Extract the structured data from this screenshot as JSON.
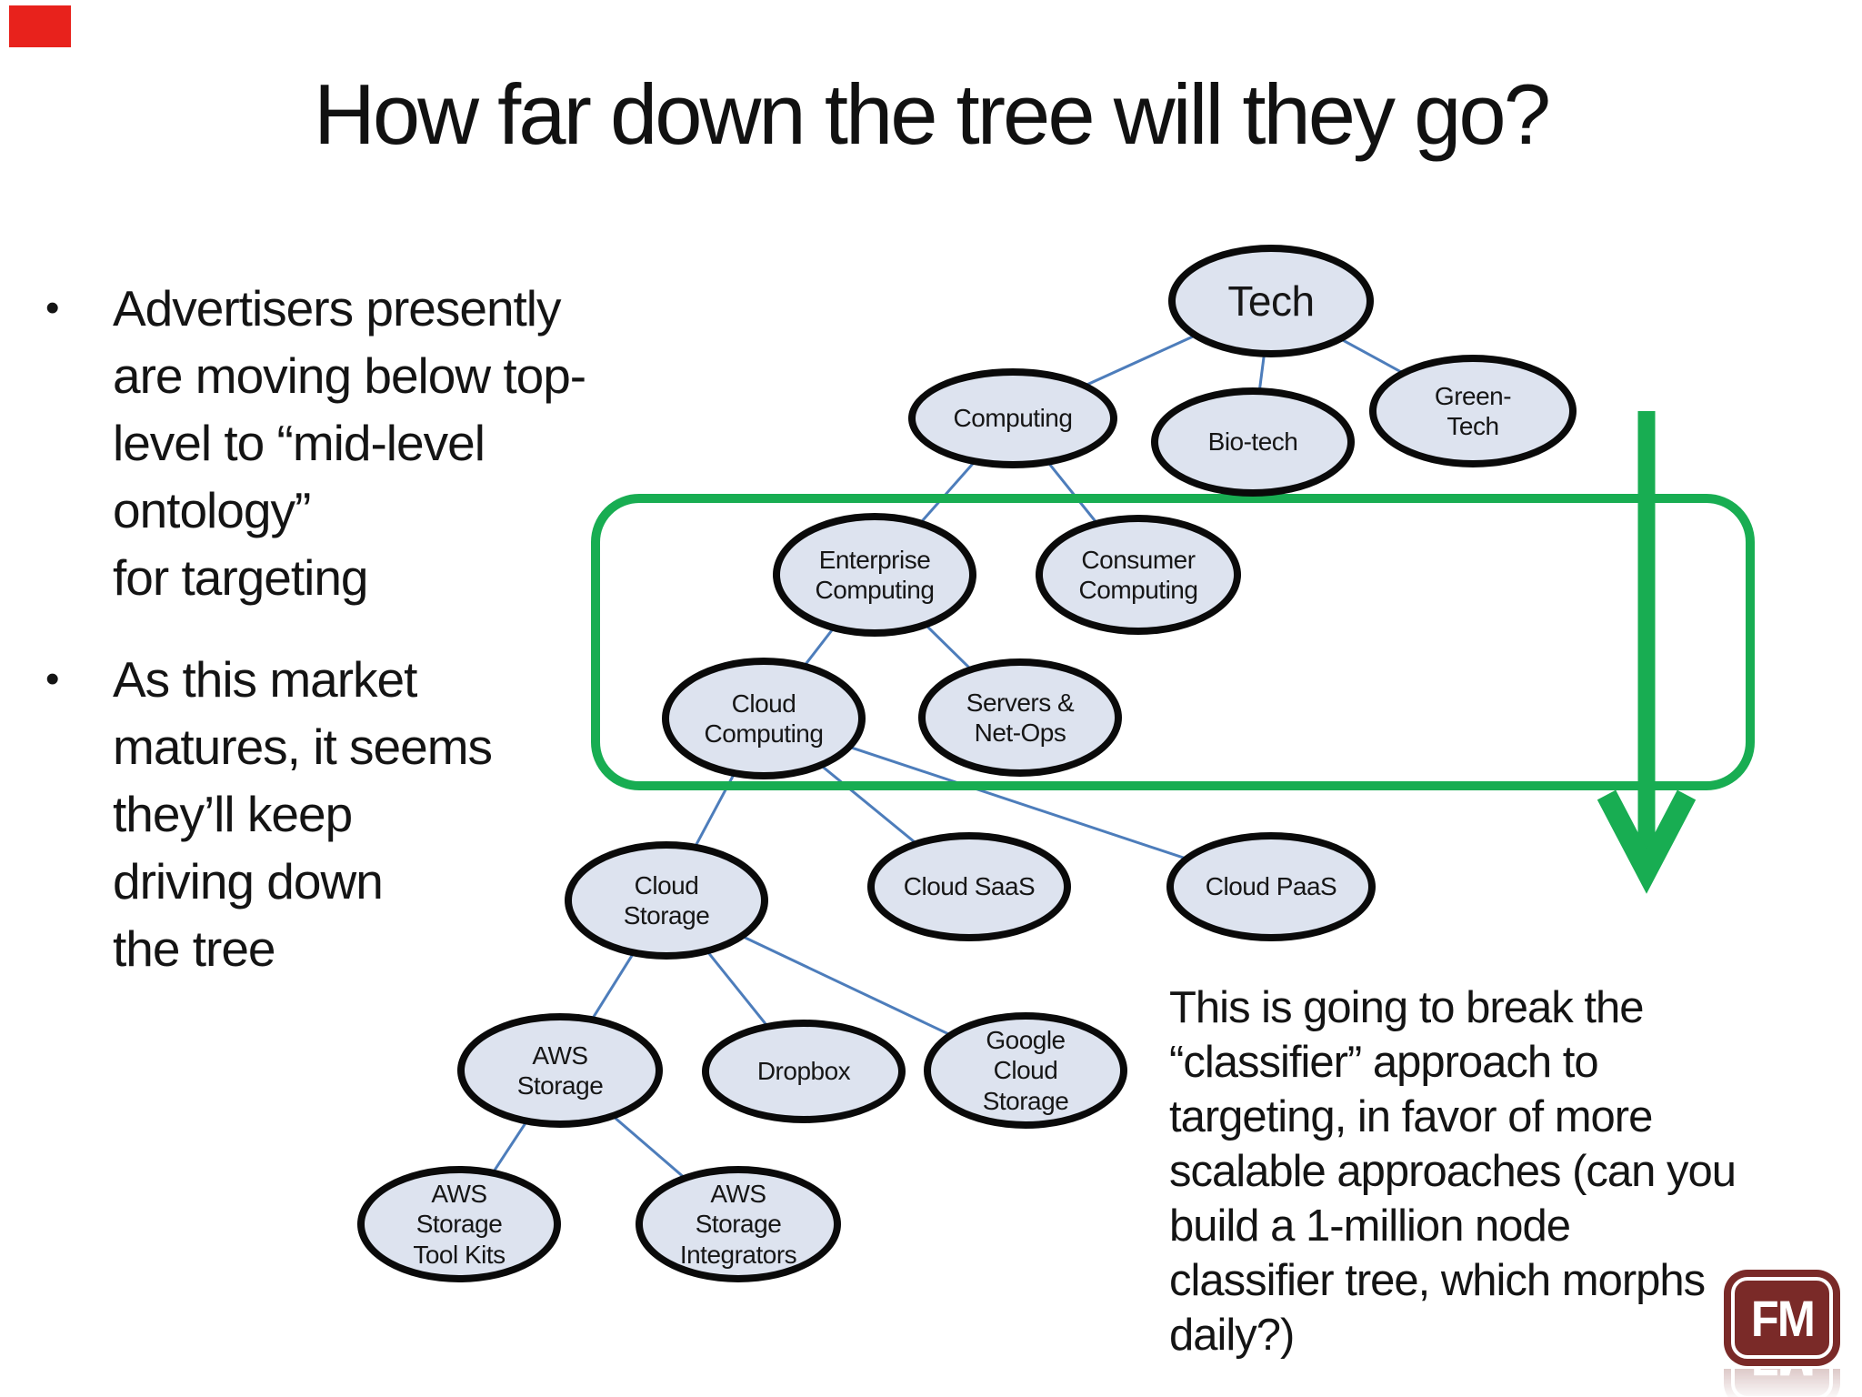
{
  "slide": {
    "title": "How far down the tree will they go?",
    "bullets": [
      {
        "text": "Advertisers presently\nare moving below top-\nlevel to “mid-level\nontology”\nfor targeting"
      },
      {
        "text": "As this market\nmatures, it seems\nthey’ll keep\ndriving down\nthe tree"
      }
    ],
    "note": "This is going to break the\n“classifier” approach to\ntargeting, in favor of more\nscalable approaches (can you\nbuild a 1-million node\nclassifier tree, which morphs\ndaily?)",
    "logo_text": "FM"
  },
  "diagram": {
    "nodes": [
      {
        "id": "tech",
        "label": "Tech"
      },
      {
        "id": "computing",
        "label": "Computing"
      },
      {
        "id": "biotech",
        "label": "Bio-tech"
      },
      {
        "id": "greentech",
        "label": "Green-\nTech"
      },
      {
        "id": "enterprise",
        "label": "Enterprise\nComputing"
      },
      {
        "id": "consumer",
        "label": "Consumer\nComputing"
      },
      {
        "id": "cloudcomputing",
        "label": "Cloud\nComputing"
      },
      {
        "id": "servers",
        "label": "Servers &\nNet-Ops"
      },
      {
        "id": "cloudstorage",
        "label": "Cloud\nStorage"
      },
      {
        "id": "cloudsaas",
        "label": "Cloud SaaS"
      },
      {
        "id": "cloudpaas",
        "label": "Cloud PaaS"
      },
      {
        "id": "awsstorage",
        "label": "AWS\nStorage"
      },
      {
        "id": "dropbox",
        "label": "Dropbox"
      },
      {
        "id": "google",
        "label": "Google\nCloud\nStorage"
      },
      {
        "id": "awstoolkits",
        "label": "AWS\nStorage\nTool Kits"
      },
      {
        "id": "awsintegrators",
        "label": "AWS\nStorage\nIntegrators"
      }
    ],
    "edges": [
      [
        "tech",
        "computing"
      ],
      [
        "tech",
        "biotech"
      ],
      [
        "tech",
        "greentech"
      ],
      [
        "computing",
        "enterprise"
      ],
      [
        "computing",
        "consumer"
      ],
      [
        "enterprise",
        "cloudcomputing"
      ],
      [
        "enterprise",
        "servers"
      ],
      [
        "cloudcomputing",
        "cloudstorage"
      ],
      [
        "cloudcomputing",
        "cloudsaas"
      ],
      [
        "cloudcomputing",
        "cloudpaas"
      ],
      [
        "cloudstorage",
        "awsstorage"
      ],
      [
        "cloudstorage",
        "dropbox"
      ],
      [
        "cloudstorage",
        "google"
      ],
      [
        "awsstorage",
        "awstoolkits"
      ],
      [
        "awsstorage",
        "awsintegrators"
      ]
    ],
    "colors": {
      "node_fill": "#dde3ef",
      "node_border": "#0a0a0a",
      "connector": "#4d7dbb",
      "highlight_green": "#18ad52",
      "corner_red": "#e8221c",
      "logo_maroon": "#7a2a28"
    }
  }
}
